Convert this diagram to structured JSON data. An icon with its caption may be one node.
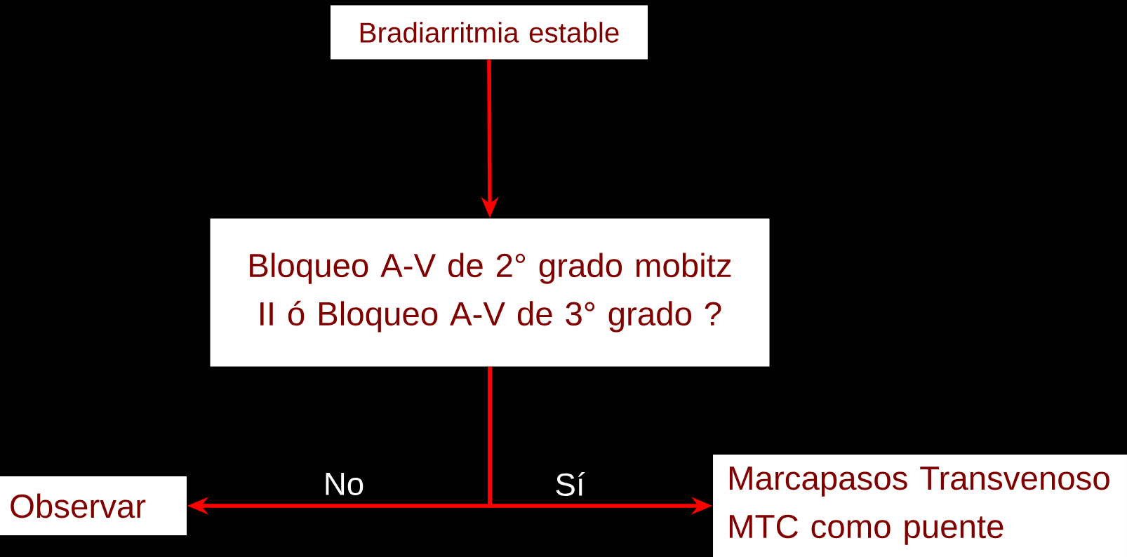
{
  "diagram": {
    "nodes": [
      {
        "text": [
          "Bradiarritmia estable"
        ]
      },
      {
        "text": [
          "Bloqueo A-V de 2° grado mobitz II ó Bloqueo A-V de 3° grado ?"
        ]
      },
      {
        "text": [
          "Observar"
        ]
      },
      {
        "text": [
          "Marcapasos Transvenoso MTC como puente"
        ]
      }
    ],
    "edges": [
      {
        "from": 0,
        "to": 1,
        "arrow": "to"
      },
      {
        "from": 1,
        "to": 2,
        "arrow": "to",
        "label": "No"
      },
      {
        "from": 1,
        "to": 3,
        "arrow": "to",
        "label": "Sí"
      }
    ]
  }
}
